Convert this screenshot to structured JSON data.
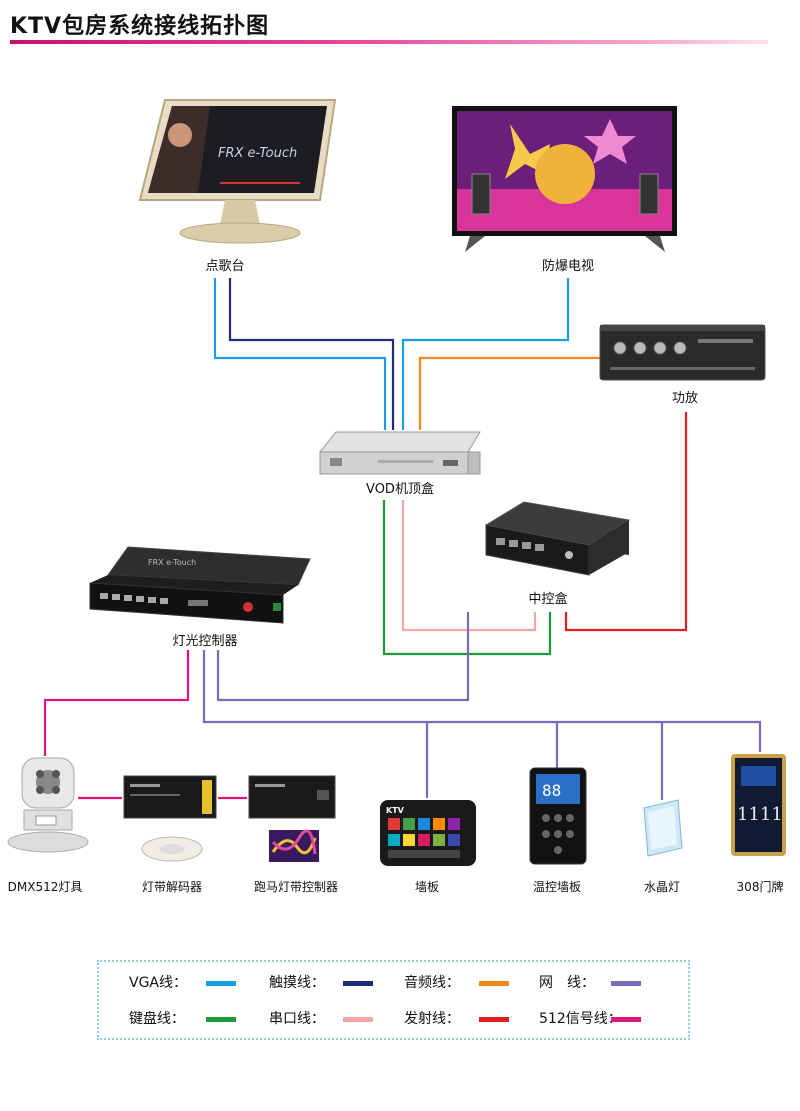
{
  "title": "KTV包房系统接线拓扑图",
  "devices": {
    "touchscreen": {
      "label": "点歌台",
      "screen_text": "FRX e-Touch"
    },
    "tv": {
      "label": "防爆电视"
    },
    "amplifier": {
      "label": "功放"
    },
    "vod_box": {
      "label": "VOD机顶盒"
    },
    "central_box": {
      "label": "中控盒"
    },
    "light_controller": {
      "label": "灯光控制器",
      "brand_text": "FRX e-Touch"
    },
    "dmx_fixture": {
      "label": "DMX512灯具"
    },
    "strip_decoder": {
      "label": "灯带解码器"
    },
    "chase_controller": {
      "label": "跑马灯带控制器"
    },
    "wall_panel": {
      "label": "墙板",
      "logo": "KTV"
    },
    "thermostat": {
      "label": "温控墙板",
      "display": "88"
    },
    "crystal_light": {
      "label": "水晶灯"
    },
    "door_sign": {
      "label": "308门牌",
      "screen_text": "1111"
    }
  },
  "legend": [
    {
      "name": "VGA线",
      "color": "#1b9de2"
    },
    {
      "name": "触摸线",
      "color": "#1e2a7a"
    },
    {
      "name": "音频线",
      "color": "#f08a1e"
    },
    {
      "name": "网　线",
      "color": "#7b6ab8"
    },
    {
      "name": "键盘线",
      "color": "#1c9a3a"
    },
    {
      "name": "串口线",
      "color": "#f4a7a7"
    },
    {
      "name": "发射线",
      "color": "#e01e1e"
    },
    {
      "name": "512信号线",
      "color": "#e0157a"
    }
  ],
  "separator": "："
}
